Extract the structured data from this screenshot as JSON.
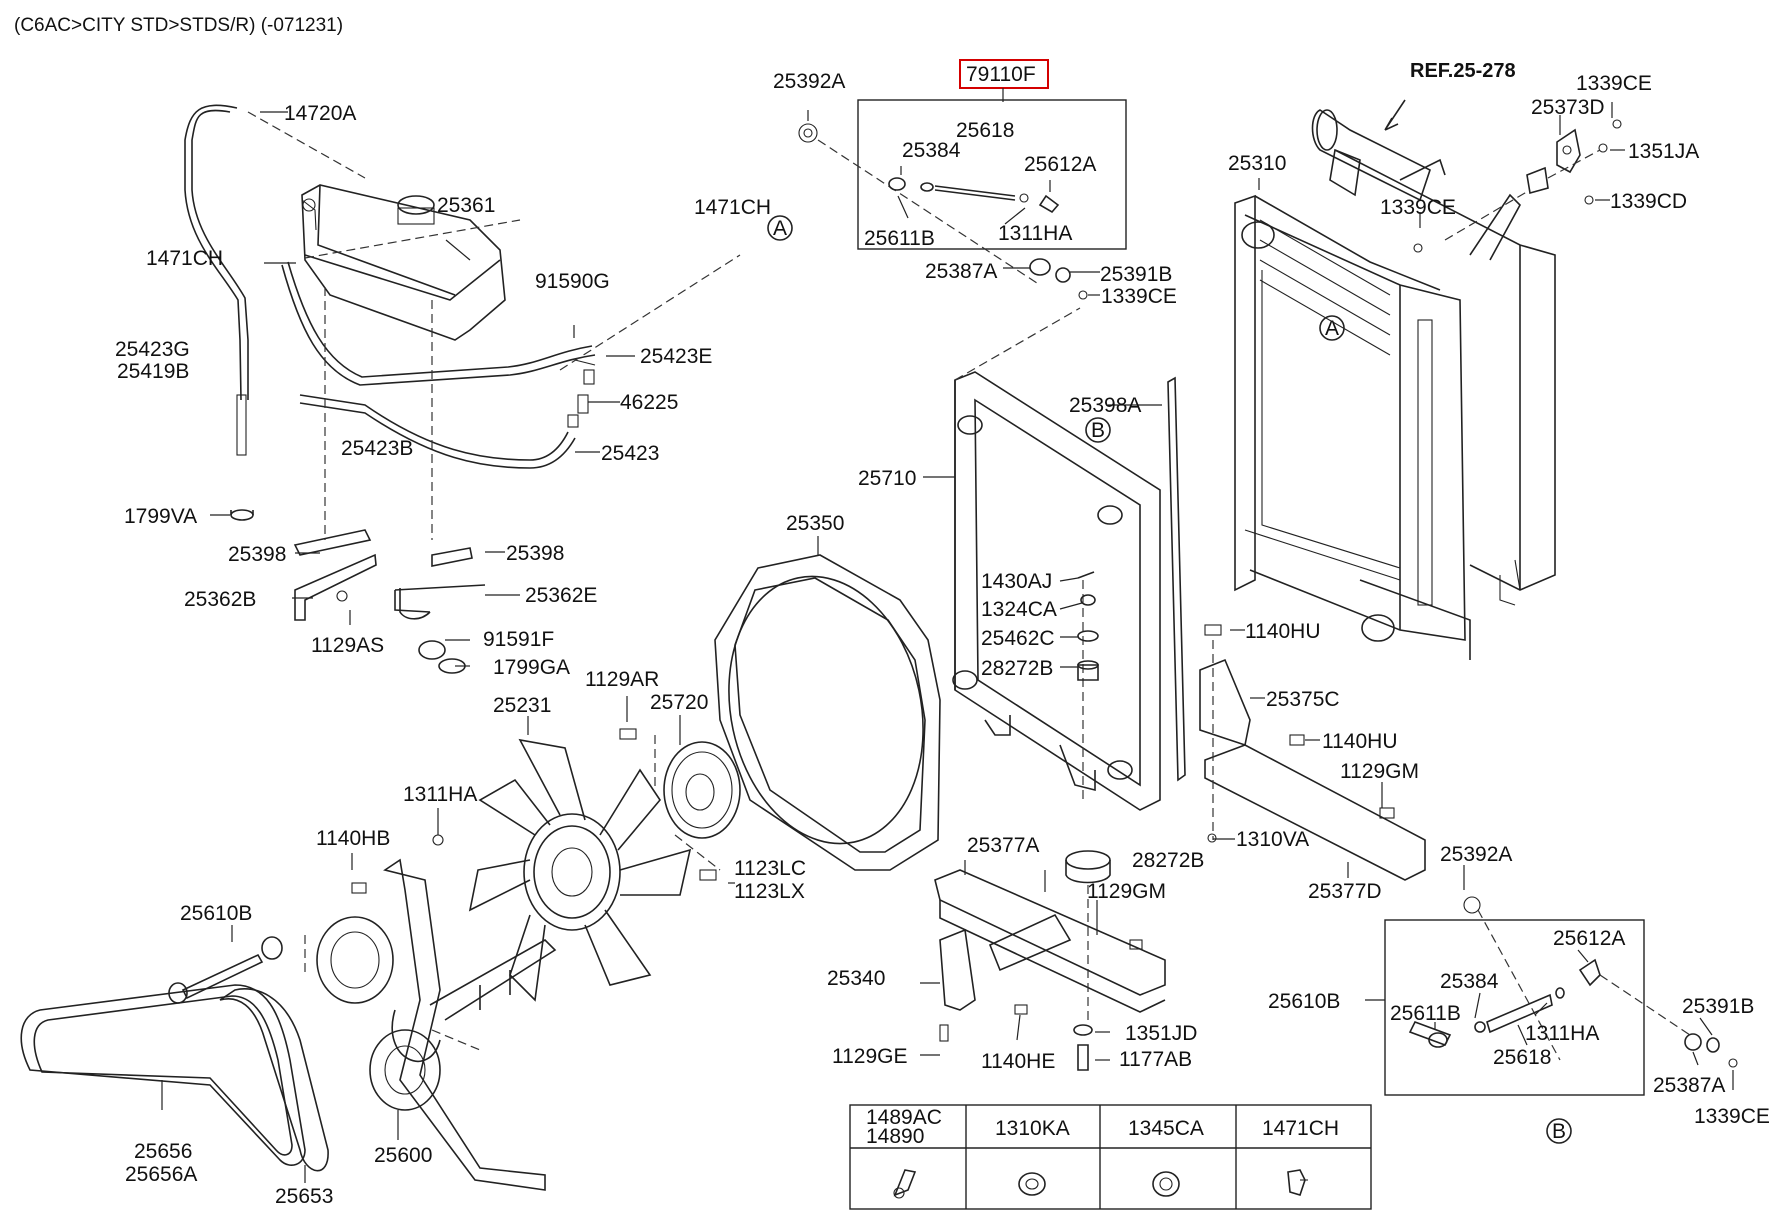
{
  "header": {
    "model_path": "(C6AC>CITY STD>STDS/R) (-071231)"
  },
  "highlighted_part": "79110F",
  "reference": "REF.25-278",
  "markers": [
    "A",
    "B"
  ],
  "labels": {
    "p14720A": "14720A",
    "p1471CH_a": "1471CH",
    "p1471CH_b": "1471CH",
    "p25361": "25361",
    "p91590G": "91590G",
    "p25423G": "25423G",
    "p25419B": "25419B",
    "p25423E": "25423E",
    "p46225": "46225",
    "p25423B": "25423B",
    "p25423": "25423",
    "p1799VA": "1799VA",
    "p25398_a": "25398",
    "p25398_b": "25398",
    "p25362B": "25362B",
    "p25362E": "25362E",
    "p1129AS": "1129AS",
    "p91591F": "91591F",
    "p1799GA": "1799GA",
    "p25392A_top": "25392A",
    "p25618_top": "25618",
    "p25384_top": "25384",
    "p25612A_top": "25612A",
    "p25611B_top": "25611B",
    "p1311HA_top": "1311HA",
    "p25387A_top": "25387A",
    "p25391B_top": "25391B",
    "p1339CE_mid": "1339CE",
    "p1339CE_r1": "1339CE",
    "p25373D": "25373D",
    "p1351JA": "1351JA",
    "p1339CE_r2": "1339CE",
    "p1339CD": "1339CD",
    "p25310": "25310",
    "p25398A": "25398A",
    "p25710": "25710",
    "p25350": "25350",
    "p1430AJ": "1430AJ",
    "p1324CA": "1324CA",
    "p25462C": "25462C",
    "p28272B_a": "28272B",
    "p1140HU_a": "1140HU",
    "p25375C": "25375C",
    "p1140HU_b": "1140HU",
    "p1129GM_a": "1129GM",
    "p1310VA": "1310VA",
    "p25392A_bot": "25392A",
    "p25377D": "25377D",
    "p1129AR": "1129AR",
    "p25231": "25231",
    "p25720": "25720",
    "p1311HA_fan": "1311HA",
    "p1140HB": "1140HB",
    "p1123LC": "1123LC",
    "p1123LX": "1123LX",
    "p25610B_left": "25610B",
    "p25377A": "25377A",
    "p28272B_b": "28272B",
    "p1129GM_b": "1129GM",
    "p25340": "25340",
    "p1129GE": "1129GE",
    "p1140HE": "1140HE",
    "p1351JD": "1351JD",
    "p1177AB": "1177AB",
    "p25656": "25656",
    "p25656A": "25656A",
    "p25653": "25653",
    "p25600": "25600",
    "p25610B_bot": "25610B",
    "p25612A_bot": "25612A",
    "p25384_bot": "25384",
    "p25611B_bot": "25611B",
    "p1311HA_bot": "1311HA",
    "p25618_bot": "25618",
    "p25391B_bot": "25391B",
    "p25387A_bot": "25387A",
    "p1339CE_bot": "1339CE"
  },
  "hardware_table": {
    "row1": [
      "1489AC",
      "1310KA",
      "1345CA",
      "1471CH"
    ],
    "row1_line2": "14890"
  }
}
